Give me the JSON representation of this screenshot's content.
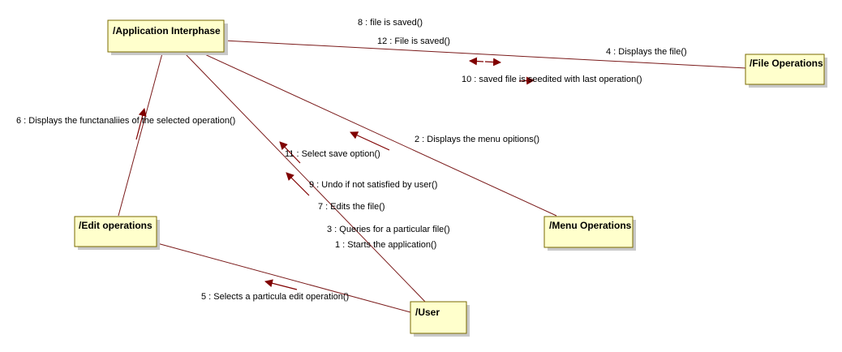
{
  "colors": {
    "object_fill": "#ffffcc",
    "object_border": "#7a6a00",
    "link": "#7a1a1a",
    "arrow": "#800000"
  },
  "objects": {
    "application": "/Application Interphase",
    "file_ops": "/File Operations",
    "edit_ops": "/Edit operations",
    "menu_ops": "/Menu Operations",
    "user": "/User"
  },
  "messages": {
    "m8": "8 : file is saved()",
    "m12": "12 : File is saved()",
    "m4": "4 : Displays the file()",
    "m10": "10 : saved file is seedited with last operation()",
    "m6": "6 : Displays the functanaliies of the selected operation()",
    "m2": "2 : Displays the menu opitions()",
    "m11": "11 : Select save option()",
    "m9": "9 : Undo if not satisfied by user()",
    "m7": "7 : Edits the file()",
    "m3": "3 : Queries for a particular file()",
    "m1": "1 : Starts the application()",
    "m5": "5 : Selects a particula edit operation()"
  }
}
